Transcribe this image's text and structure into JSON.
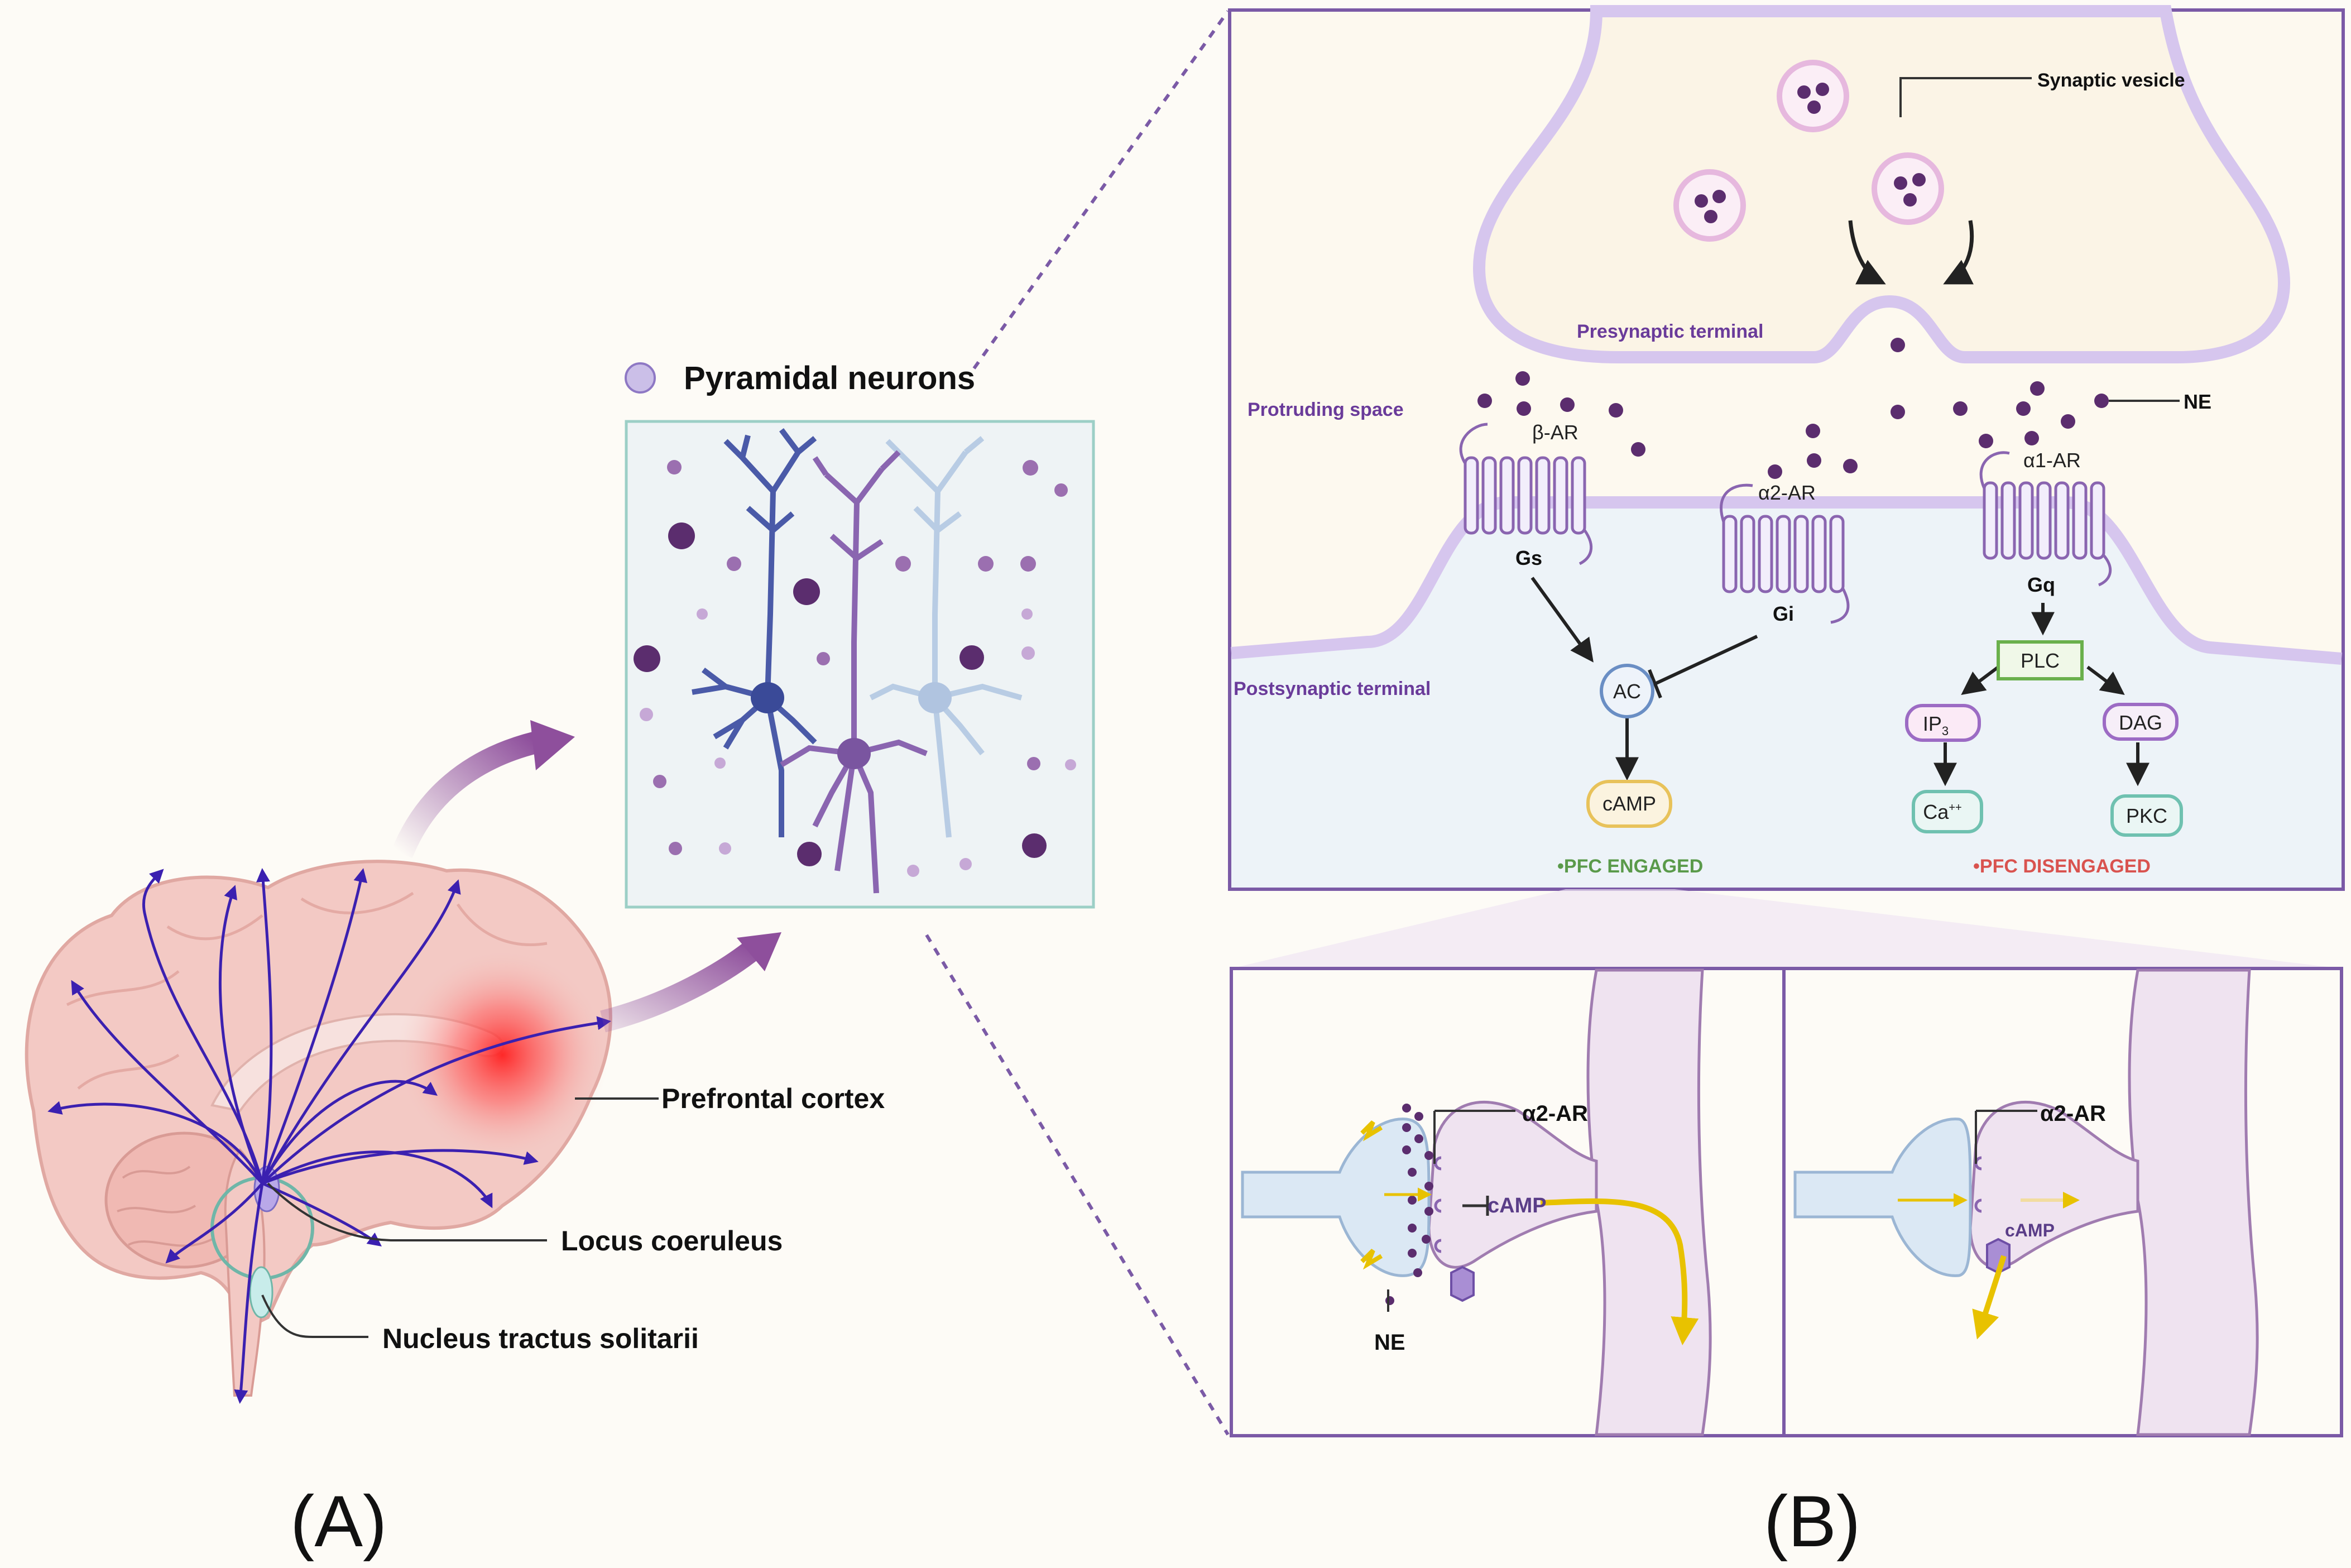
{
  "panel_a": {
    "legend_label": "Pyramidal neurons",
    "prefrontal_cortex": "Prefrontal cortex",
    "locus_coeruleus": "Locus coeruleus",
    "nucleus_tractus_solitarii": "Nucleus tractus solitarii",
    "caption": "(A)"
  },
  "panel_b": {
    "synaptic_vesicle": "Synaptic vesicle",
    "presynaptic_terminal": "Presynaptic terminal",
    "protruding_space": "Protruding space",
    "postsynaptic_terminal": "Postsynaptic terminal",
    "ne": "NE",
    "beta_ar": "β-AR",
    "alpha2_ar": "α2-AR",
    "alpha1_ar": "α1-AR",
    "gs": "Gs",
    "gi": "Gi",
    "gq": "Gq",
    "ac": "AC",
    "camp": "cAMP",
    "plc": "PLC",
    "ip3_main": "IP",
    "ip3_sub": "3",
    "dag": "DAG",
    "ca_main": "Ca",
    "ca_sup": "++",
    "pkc": "PKC",
    "pfc_engaged": "•PFC ENGAGED",
    "pfc_disengaged": "•PFC DISENGAGED",
    "inset_left_alpha2": "α2-AR",
    "inset_left_camp": "cAMP",
    "inset_left_ne": "NE",
    "inset_right_alpha2": "α2-AR",
    "inset_right_camp": "cAMP",
    "caption": "(B)"
  },
  "colors": {
    "background": "#fdfbf6",
    "purple_frame": "#7b5aa6",
    "ne_dot": "#5b2d6e",
    "membrane": "#d6c6ee",
    "engaged_green": "#5a9a4a",
    "disengaged_red": "#d9534f",
    "neuron_blue": "#4a5aa8",
    "neuron_purple": "#8a65b0",
    "neuron_light": "#b8cce4",
    "brain_pink": "#f3c9c4",
    "axon_purple": "#3b20b0",
    "arrow_gradient": "#8e4f9c",
    "yellow": "#e8c200"
  }
}
